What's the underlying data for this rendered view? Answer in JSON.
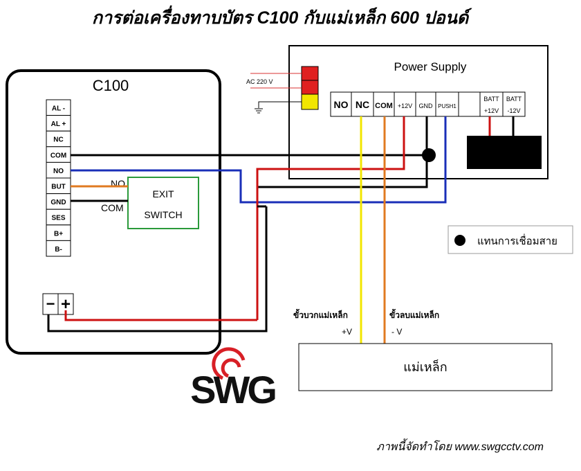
{
  "title": "การต่อเครื่องทาบบัตร C100 กับแม่เหล็ก 600 ปอนด์",
  "controller": {
    "name": "C100",
    "terminals": [
      "AL -",
      "AL +",
      "NC",
      "COM",
      "NO",
      "BUT",
      "GND",
      "SES",
      "B+",
      "B-"
    ],
    "power_minus": "−",
    "power_plus": "+"
  },
  "exit_switch": {
    "line1": "EXIT",
    "line2": "SWITCH",
    "no_label": "NO",
    "com_label": "COM"
  },
  "power_supply": {
    "title": "Power Supply",
    "ac_label": "AC 220 V",
    "terminals": [
      "NO",
      "NC",
      "COM",
      "+12V",
      "GND",
      "PUSH1",
      "",
      "BATT\n+12V",
      "BATT\n-12V"
    ]
  },
  "legend": {
    "text": "แทนการเชื่อมสาย"
  },
  "magnet": {
    "name": "แม่เหล็ก",
    "plus_label": "ขั้วบวกแม่เหล็ก",
    "plus_value": "+V",
    "minus_label": "ขั้วลบแม่เหล็ก",
    "minus_value": "- V"
  },
  "logo": {
    "text": "SWG"
  },
  "credit": "ภาพนี้จัดทำโดย www.swgcctv.com",
  "colors": {
    "title": "#2b2ba8",
    "red": "#cc1111",
    "blue": "#1a2fb8",
    "black": "#000000",
    "yellow": "#f2e600",
    "orange": "#e07a20",
    "green": "#2a9a3a",
    "ac_red": "#e02020",
    "ac_label": "#d93030"
  }
}
